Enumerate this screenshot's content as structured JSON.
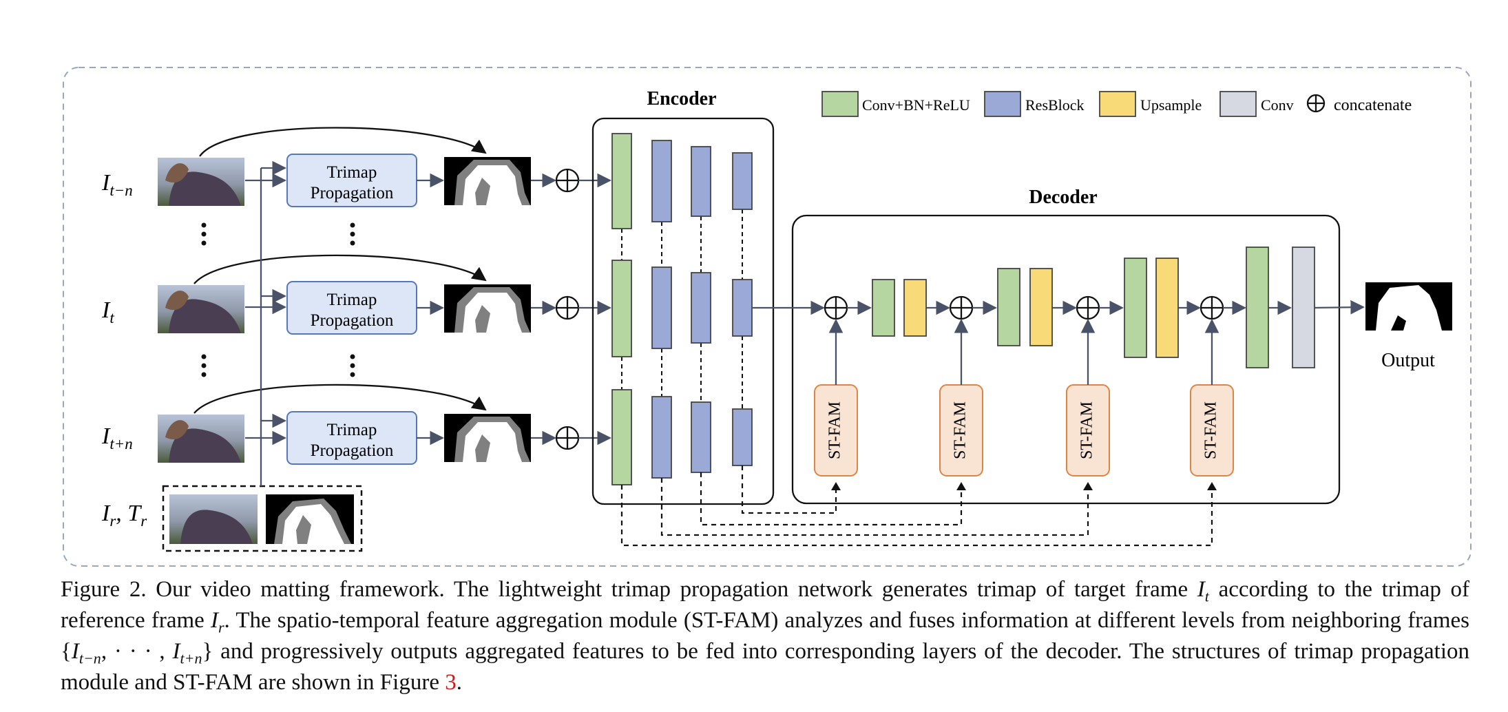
{
  "frames": {
    "prev": {
      "main": "I",
      "sub": "t−n"
    },
    "cur": {
      "main": "I",
      "sub": "t"
    },
    "next": {
      "main": "I",
      "sub": "t+n"
    },
    "ref": {
      "main1": "I",
      "sub1": "r",
      "sep": ", ",
      "main2": "T",
      "sub2": "r"
    }
  },
  "trimap_propagation": {
    "line1": "Trimap",
    "line2": "Propagation"
  },
  "encoder": {
    "title": "Encoder"
  },
  "decoder": {
    "title": "Decoder",
    "stfam_label": "ST-FAM"
  },
  "output_label": "Output",
  "legend": {
    "items": [
      {
        "label": "Conv+BN+ReLU",
        "color": "#b5d6a0"
      },
      {
        "label": "ResBlock",
        "color": "#9aa9d6"
      },
      {
        "label": "Upsample",
        "color": "#f8da79"
      },
      {
        "label": "Conv",
        "color": "#d6d9e2"
      }
    ],
    "concat_label": "concatenate"
  },
  "colors": {
    "trimap_fill": "#dce6f7",
    "trimap_stroke": "#5577bb",
    "stfam_fill": "#f9e3d3",
    "stfam_stroke": "#e08445",
    "arrow": "#4a5268",
    "frame_border": "#9aa6c0"
  },
  "caption": {
    "p1": "Figure 2. Our video matting framework.  The lightweight trimap propagation network generates trimap of target frame ",
    "v1": "I",
    "v1sub": "t",
    "p2": " according to the trimap of reference frame ",
    "v2": "I",
    "v2sub": "r",
    "p3": ". The spatio-temporal feature aggregation module (ST-FAM) analyzes and fuses information at different levels from neighboring frames {",
    "v3": "I",
    "v3sub": "t−n",
    "p4": ", · · · , ",
    "v4": "I",
    "v4sub": "t+n",
    "p5": "} and progressively outputs aggregated features to be fed into corresponding layers of the decoder. The structures of trimap propagation module and ST-FAM are shown in Figure ",
    "ref": "3",
    "p6": "."
  }
}
